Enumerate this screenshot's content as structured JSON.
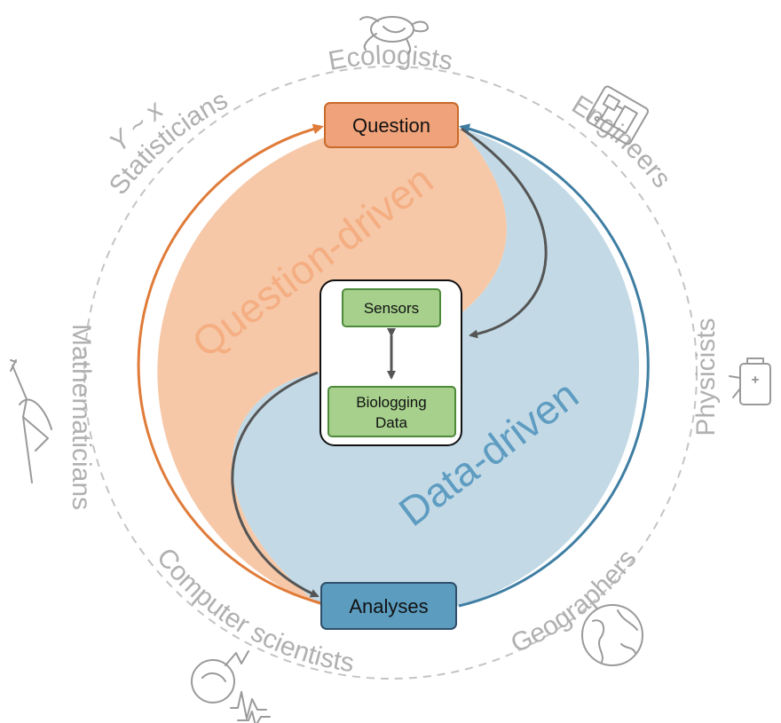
{
  "center": {
    "question": "Question",
    "analyses": "Analyses",
    "sensors": "Sensors",
    "biologging_line1": "Biologging",
    "biologging_line2": "Data"
  },
  "halves": {
    "question_driven": "Question-driven",
    "data_driven": "Data-driven"
  },
  "disciplines": {
    "ecologists": "Ecologists",
    "engineers": "Engineers",
    "physicists": "Physicists",
    "geographers": "Geographers",
    "computer_scientists": "Computer scientists",
    "mathematicians": "Mathematicians",
    "statisticians": "Statisticians",
    "formula": "Y ~ x"
  },
  "colors": {
    "question_fill": "#f6c8a8",
    "question_box": "#f0a37a",
    "question_stroke": "#e07b39",
    "data_fill": "#c3dae6",
    "data_box": "#5b9cbf",
    "data_stroke": "#3f7ea3",
    "data_text": "#5f9cc1",
    "question_text": "#f4ae82",
    "inner_box": "#a6d08c",
    "inner_stroke": "#4d8a3a",
    "arrow": "#555555",
    "ring_text": "#b0b0b0"
  },
  "icons": [
    "turtle-icon",
    "circuit-board-icon",
    "battery-icon",
    "globe-icon",
    "brain-signal-icon",
    "function-plot-icon"
  ]
}
